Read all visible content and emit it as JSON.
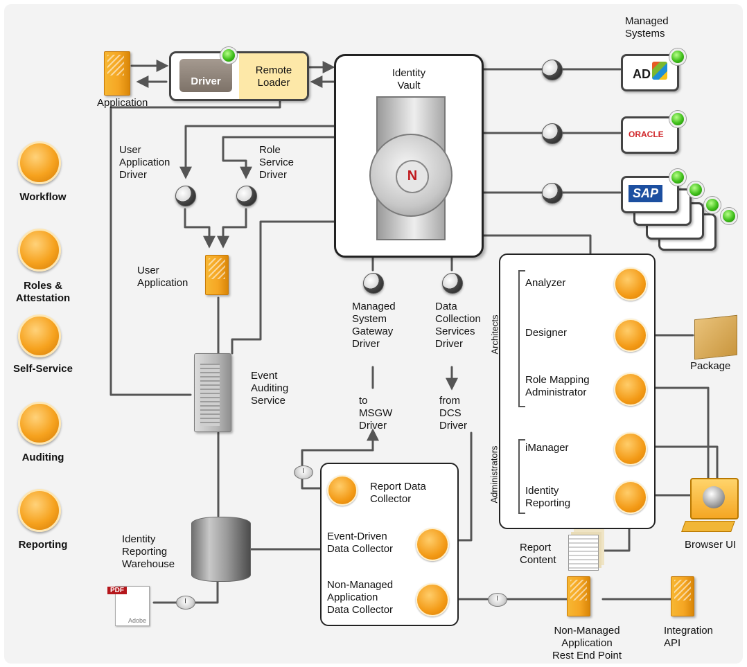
{
  "labels": {
    "application": "Application",
    "driver": "Driver",
    "remote_loader": "Remote\nLoader",
    "identity_vault": "Identity\nVault",
    "managed_systems": "Managed\nSystems",
    "user_app_driver": "User\nApplication\nDriver",
    "role_service_driver": "Role\nService\nDriver",
    "user_application": "User\nApplication",
    "event_auditing_service": "Event\nAuditing\nService",
    "msgw_driver": "Managed\nSystem\nGateway\nDriver",
    "dcs_driver": "Data\nCollection\nServices\nDriver",
    "to_msgw": "to\nMSGW\nDriver",
    "from_dcs": "from\nDCS\nDriver",
    "report_data_collector": "Report Data\nCollector",
    "event_driven_collector": "Event-Driven\nData Collector",
    "non_managed_collector": "Non-Managed\nApplication\nData Collector",
    "identity_reporting_warehouse": "Identity\nReporting\nWarehouse",
    "non_managed_rest": "Non-Managed\nApplication\nRest End Point",
    "integration_api": "Integration\nAPI",
    "report_content": "Report\nContent",
    "browser_ui": "Browser UI",
    "package": "Package",
    "architects": "Architects",
    "administrators": "Administrators",
    "analyzer": "Analyzer",
    "designer": "Designer",
    "role_mapping_admin": "Role Mapping\nAdministrator",
    "imanager": "iManager",
    "identity_reporting": "Identity\nReporting",
    "oracle_logo": "ORACLE",
    "sap_logo": "SAP",
    "ad_logo": "AD",
    "vault_logo": "N",
    "pdf_tag": "PDF",
    "adobe_text": "Adobe"
  },
  "nav": [
    {
      "label": "Workflow",
      "icon": "workflow-cycle-icon"
    },
    {
      "label": "Roles &\nAttestation",
      "icon": "roles-people-icon"
    },
    {
      "label": "Self-Service",
      "icon": "self-service-person-icon"
    },
    {
      "label": "Auditing",
      "icon": "auditing-icon"
    },
    {
      "label": "Reporting",
      "icon": "reporting-document-icon"
    }
  ],
  "colors": {
    "accent_orange": "#f5a623",
    "status_green": "#3fbf1a",
    "line_gray": "#555555",
    "loader_yellow": "#fde8a8"
  }
}
